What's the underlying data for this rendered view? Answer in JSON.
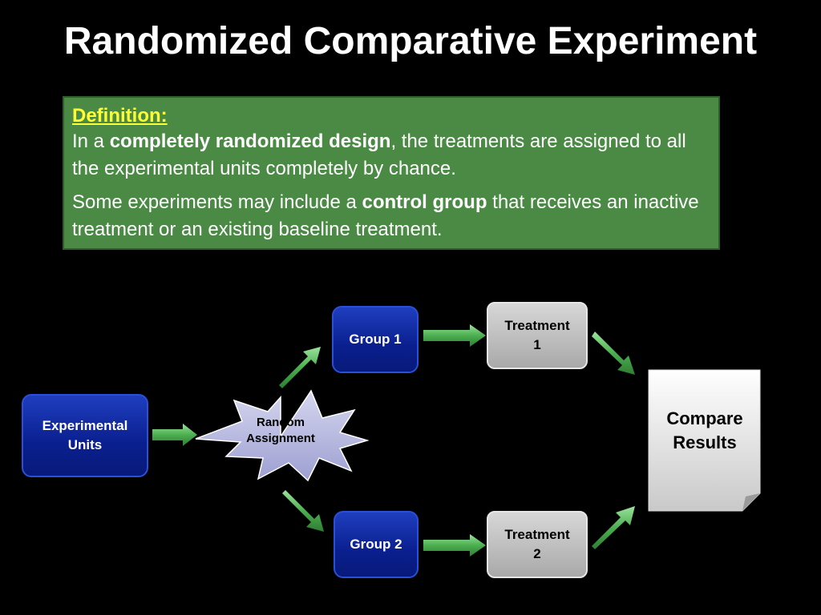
{
  "title": "Randomized Comparative Experiment",
  "definition": {
    "heading": "Definition:",
    "p1_before": "In a ",
    "p1_bold": "completely randomized design",
    "p1_after": ", the treatments are assigned to all the experimental units completely by chance.",
    "p2_before": "Some experiments may include a ",
    "p2_bold": "control group",
    "p2_after": " that receives an inactive treatment or an existing baseline treatment."
  },
  "diagram": {
    "units": [
      "Experimental",
      "Units"
    ],
    "random": [
      "Random",
      "Assignment"
    ],
    "group1": "Group 1",
    "group2": "Group 2",
    "treatment1": [
      "Treatment",
      "1"
    ],
    "treatment2": [
      "Treatment",
      "2"
    ],
    "compare": [
      "Compare",
      "Results"
    ]
  },
  "colors": {
    "definition_fill": "#4a8a45",
    "heading": "#ffff33",
    "node_blue": "#0a1f8f",
    "node_gray": "#bdbdbd",
    "arrow_green": "#5cb85c"
  }
}
